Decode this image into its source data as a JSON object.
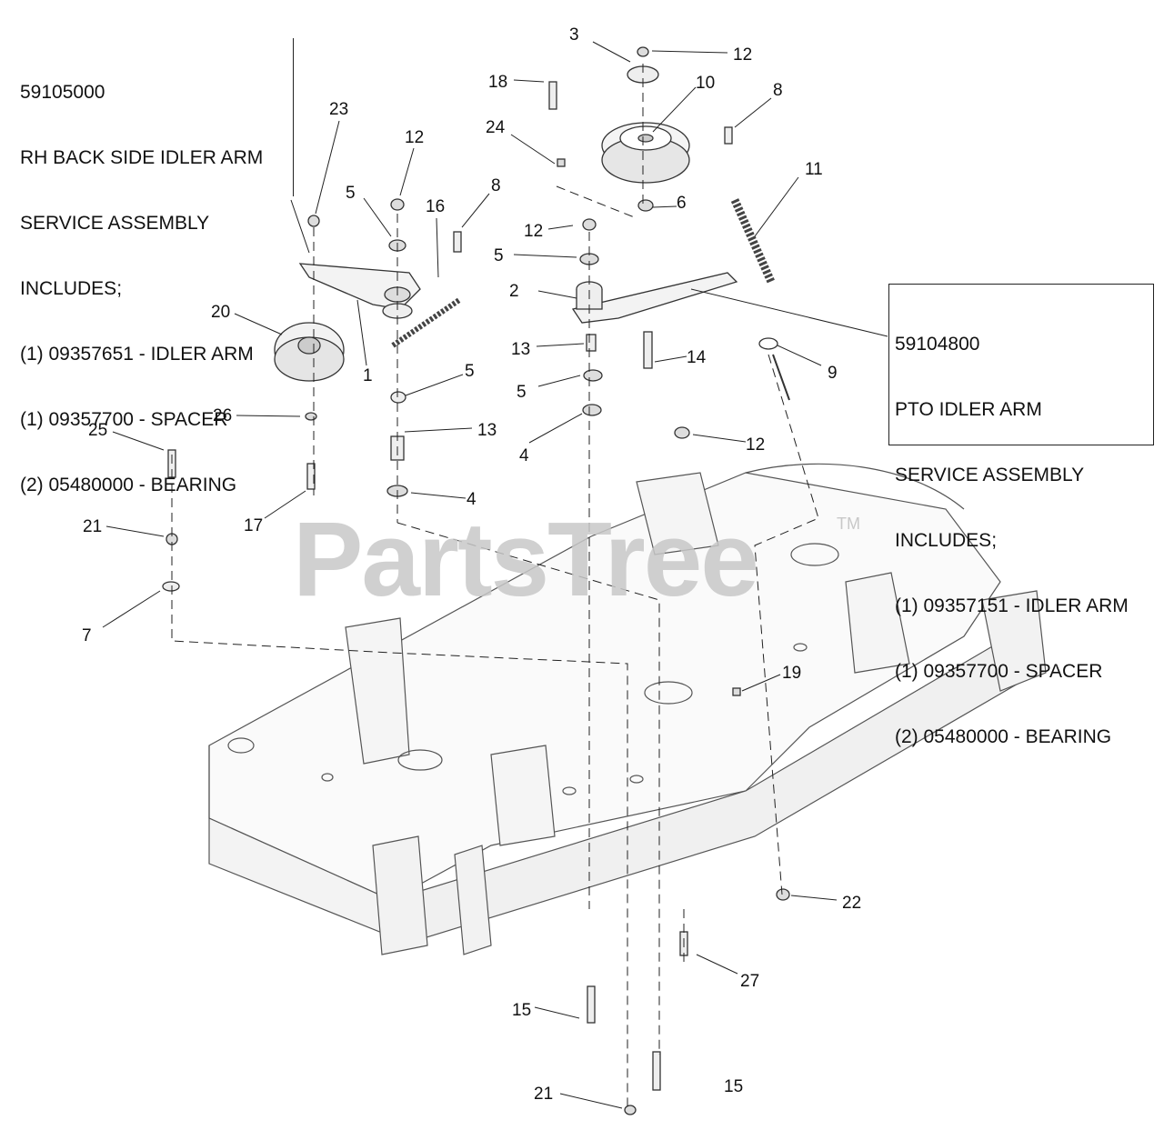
{
  "diagram": {
    "left_box": {
      "lines": [
        "59105000",
        "RH BACK SIDE IDLER ARM",
        "SERVICE ASSEMBLY",
        "INCLUDES;",
        "(1) 09357651 - IDLER ARM",
        "(1) 09357700 - SPACER",
        "(2) 05480000 - BEARING"
      ]
    },
    "right_box": {
      "lines": [
        "59104800",
        "PTO IDLER ARM",
        "SERVICE ASSEMBLY",
        "INCLUDES;",
        "(1) 09357151 - IDLER ARM",
        "(1) 09357700 - SPACER",
        "(2) 05480000 - BEARING"
      ]
    },
    "watermark": "PartsTree",
    "watermark_tm": "TM",
    "callouts": [
      "3",
      "12",
      "18",
      "10",
      "8",
      "24",
      "11",
      "23",
      "12",
      "5",
      "16",
      "8",
      "12",
      "6",
      "5",
      "2",
      "20",
      "1",
      "13",
      "14",
      "9",
      "5",
      "5",
      "26",
      "4",
      "13",
      "25",
      "12",
      "4",
      "21",
      "17",
      "7",
      "19",
      "22",
      "27",
      "15",
      "21",
      "15"
    ]
  }
}
